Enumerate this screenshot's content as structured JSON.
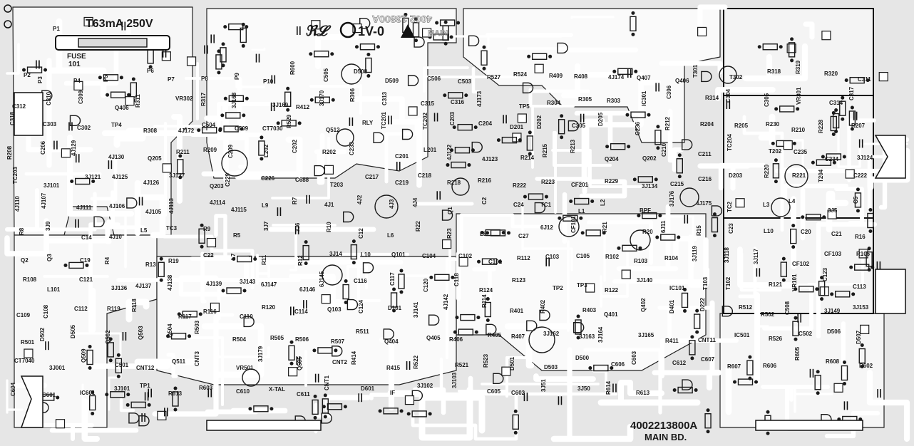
{
  "board": {
    "fuse_rating": "T63mA  250V",
    "fuse_ref": "P1",
    "fuse_label": "FUSE",
    "fuse_num": "101",
    "approval_mark": "1V-0",
    "stamp_code": "4002 13800A",
    "stamp_sub": "MAIN",
    "part_number": "4002213800A",
    "board_name": "MAIN  BD."
  },
  "labels": [
    "P2",
    "P3",
    "P4",
    "P5",
    "P6",
    "P7",
    "P8",
    "P9",
    "P10",
    "R600",
    "C505",
    "D508",
    "D509",
    "C506",
    "C503",
    "R527",
    "R524",
    "R409",
    "R408",
    "4J174",
    "Q407",
    "Q406",
    "T301",
    "T302",
    "R318",
    "R319",
    "R320",
    "C311",
    "C312",
    "C310",
    "C309",
    "Q406",
    "R311",
    "VR302",
    "R317",
    "3J168",
    "3J169",
    "R412",
    "3J170",
    "R306",
    "C313",
    "C315",
    "C316",
    "4J173",
    "TP5",
    "R304",
    "R305",
    "R303",
    "IC301",
    "C306",
    "R314",
    "C304",
    "C305",
    "VR301",
    "C314",
    "C317",
    "C318",
    "C303",
    "C302",
    "TP4",
    "R308",
    "4J172",
    "C504",
    "C509",
    "CT7030",
    "R529",
    "Q512",
    "RLY",
    "TC201",
    "TC202",
    "C203",
    "C204",
    "D201",
    "D202",
    "C205",
    "D205",
    "C236",
    "R212",
    "R204",
    "R205",
    "R230",
    "R210",
    "R228",
    "R207",
    "R208",
    "C206",
    "4J129",
    "4J130",
    "Q205",
    "R211",
    "R209",
    "C209",
    "L202",
    "C202",
    "R202",
    "C233",
    "C201",
    "L201",
    "4J122",
    "4J123",
    "R214",
    "R215",
    "R213",
    "Q204",
    "Q202",
    "C210",
    "C211",
    "TC204",
    "T202",
    "C235",
    "C234",
    "3J124",
    "TC203",
    "3J101",
    "3J121",
    "4J125",
    "4J126",
    "3J127",
    "Q203",
    "C229",
    "C226",
    "C688",
    "T203",
    "C217",
    "C219",
    "C218",
    "R218",
    "R216",
    "R222",
    "R223",
    "CF201",
    "R229",
    "3J134",
    "C215",
    "C216",
    "D203",
    "R220",
    "R221",
    "T204",
    "C222",
    "4J110",
    "4J107",
    "4J111",
    "4J106",
    "4J105",
    "4J113",
    "4J114",
    "4J115",
    "L9",
    "R7",
    "4J1",
    "4J2",
    "4J3",
    "4J4",
    "Q1",
    "C2",
    "C24",
    "TC1",
    "L1",
    "L2",
    "BPF",
    "3J176",
    "4J175",
    "TC2",
    "L3",
    "L4",
    "3J5",
    "C5",
    "R8",
    "3J9",
    "C14",
    "4J10",
    "L5",
    "TC3",
    "R9",
    "R5",
    "3J7",
    "3J6",
    "R10",
    "C12",
    "L6",
    "R22",
    "R23",
    "L8",
    "C27",
    "6J12",
    "CF101",
    "R21",
    "R20",
    "6J11",
    "R15",
    "C23",
    "L10",
    "C20",
    "C21",
    "R16",
    "Q2",
    "Q3",
    "C19",
    "R4",
    "R13",
    "R19",
    "C22",
    "L7",
    "R11",
    "R12",
    "3J14",
    "L10",
    "Q101",
    "C104",
    "C102",
    "C101",
    "R112",
    "C103",
    "C105",
    "R102",
    "R103",
    "R104",
    "3J119",
    "3J118",
    "3J117",
    "CF102",
    "CF103",
    "R105",
    "R108",
    "L101",
    "C121",
    "3J136",
    "4J137",
    "4J138",
    "4J139",
    "3J143",
    "6J147",
    "6J146",
    "6J145",
    "C116",
    "C117",
    "C120",
    "C118",
    "R124",
    "R123",
    "TP2",
    "TP3",
    "R122",
    "3J140",
    "IC101",
    "T103",
    "T102",
    "R121",
    "VR101",
    "C123",
    "C113",
    "C109",
    "C108",
    "C112",
    "R119",
    "R118",
    "R117",
    "R116",
    "C110",
    "R120",
    "C114",
    "Q103",
    "C124",
    "D101",
    "3J141",
    "4J142",
    "R114",
    "R401",
    "R402",
    "R403",
    "Q401",
    "Q402",
    "D401",
    "D222",
    "R512",
    "R502",
    "C508",
    "3J149",
    "3J153",
    "R501",
    "D502",
    "D505",
    "Q502",
    "Q503",
    "Q504",
    "R503",
    "R504",
    "R505",
    "R506",
    "R507",
    "R511",
    "Q404",
    "Q405",
    "R406",
    "R405",
    "R407",
    "3J162",
    "3J163",
    "3J164",
    "3J165",
    "R411",
    "CNT11",
    "IC501",
    "R526",
    "C502",
    "D506",
    "D507",
    "CT7040",
    "3J001",
    "Q509",
    "C501",
    "CNT12",
    "Q511",
    "CNT3",
    "VR501",
    "3J179",
    "Q505",
    "CNT2",
    "R414",
    "R415",
    "R522",
    "R521",
    "R523",
    "D501",
    "D503",
    "D500",
    "C606",
    "C603",
    "C612",
    "C607",
    "R607",
    "R606",
    "R605",
    "R608",
    "R602",
    "C604",
    "C601",
    "IC601",
    "3J101",
    "TP1",
    "R613",
    "R603",
    "C610",
    "X-TAL",
    "C611",
    "CNT1",
    "D601",
    "IF",
    "3J102",
    "3J103",
    "C605",
    "C602",
    "3J51",
    "3J50",
    "R614",
    "R613"
  ]
}
